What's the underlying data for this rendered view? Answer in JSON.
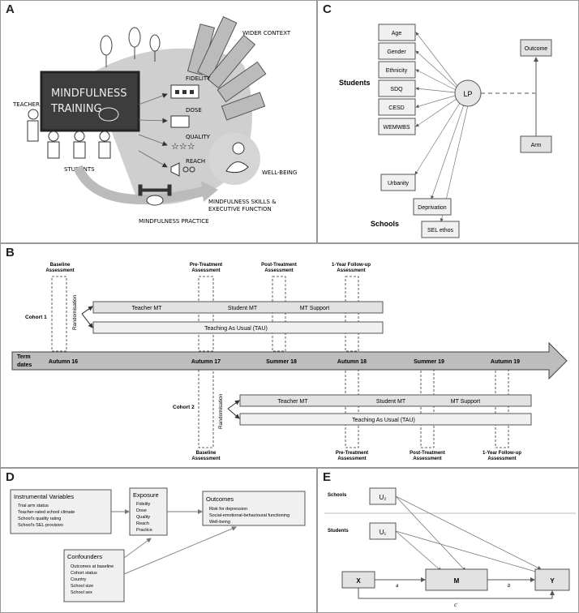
{
  "panel_a": {
    "label": "A",
    "board_title_1": "MINDFULNESS",
    "board_title_2": "TRAINING",
    "teacher": "TEACHER",
    "students": "STUDENTS",
    "fidelity": "FIDELITY",
    "dose": "DOSE",
    "quality": "QUALITY",
    "reach": "REACH",
    "wider_context": "WIDER CONTEXT",
    "well_being": "WELL-BEING",
    "skills_1": "MINDFULNESS SKILLS &",
    "skills_2": "EXECUTIVE FUNCTION",
    "practice": "MINDFULNESS PRACTICE"
  },
  "panel_b": {
    "label": "B",
    "term_1": "Term",
    "term_2": "dates",
    "timeline": [
      "Autumn 16",
      "Autumn 17",
      "Summer 18",
      "Autumn 18",
      "Summer 19",
      "Autumn 19"
    ],
    "baseline_1": "Baseline",
    "assessment": "Assessment",
    "pre_treatment": "Pre-Treatment",
    "post_treatment": "Post-Treatment",
    "follow_up": "1-Year Follow-up",
    "cohort_1": "Cohort 1",
    "cohort_2": "Cohort 2",
    "randomisation": "Randomisation",
    "teacher_mt": "Teacher MT",
    "student_mt": "Student MT",
    "mt_support": "MT Support",
    "tau": "Teaching As Usual (TAU)"
  },
  "panel_c": {
    "label": "C",
    "students": "Students",
    "schools": "Schools",
    "student_vars": [
      "Age",
      "Gender",
      "Ethnicity",
      "SDQ",
      "CESD",
      "WEMWBS"
    ],
    "lp": "LP",
    "outcome": "Outcome",
    "arm": "Arm",
    "urbanity": "Urbanity",
    "deprivation": "Deprivation",
    "sel_ethos": "SEL ethos"
  },
  "panel_d": {
    "label": "D",
    "iv_title": "Instrumental Variables",
    "iv_items": [
      "Trial arm status",
      "Teacher-rated school climate",
      "School's quality rating",
      "School's SEL provision"
    ],
    "exposure_title": "Exposure",
    "exposure_items": [
      "Fidelity",
      "Dose",
      "Quality",
      "Reach",
      "Practice"
    ],
    "outcomes_title": "Outcomes",
    "outcome_items": [
      "Risk for depression",
      "Social-emotional-behavioural functioning",
      "Well-being"
    ],
    "conf_title": "Confounders",
    "conf_items": [
      "Outcomes at baseline",
      "Cohort status",
      "Country",
      "School size",
      "School sex"
    ]
  },
  "panel_e": {
    "label": "E",
    "schools": "Schools",
    "students": "Students",
    "u2": "U₂",
    "u1": "U₁",
    "x": "X",
    "m": "M",
    "y": "Y",
    "a": "a",
    "b": "b",
    "c": "c'"
  }
}
